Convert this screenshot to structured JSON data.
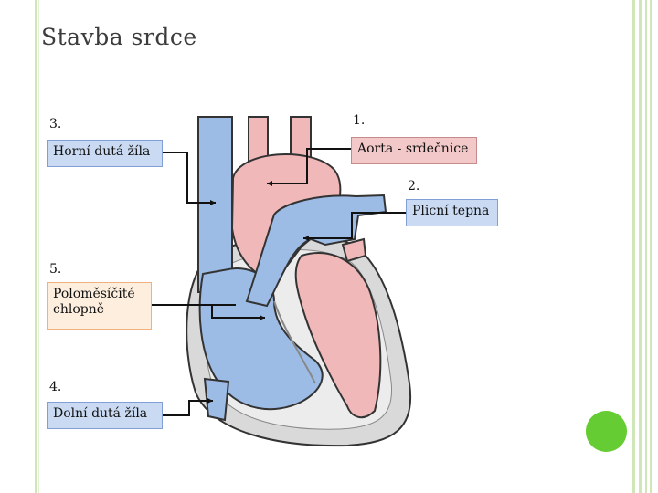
{
  "title": "Stavba srdce",
  "labels": [
    {
      "number": "1.",
      "text": "Aorta - srdečnice"
    },
    {
      "number": "2.",
      "text": "Plicní tepna"
    },
    {
      "number": "3.",
      "text": "Horní dutá žíla"
    },
    {
      "number": "4.",
      "text": "Dolní dutá žíla"
    },
    {
      "number": "5.",
      "text_line1": "Poloměsíčité",
      "text_line2": "chlopně"
    }
  ],
  "colors": {
    "oxygenated": "#f0b8b8",
    "deoxygenated": "#9cbce6",
    "wall": "#d9d9d9",
    "accent_green": "#66cc33"
  }
}
